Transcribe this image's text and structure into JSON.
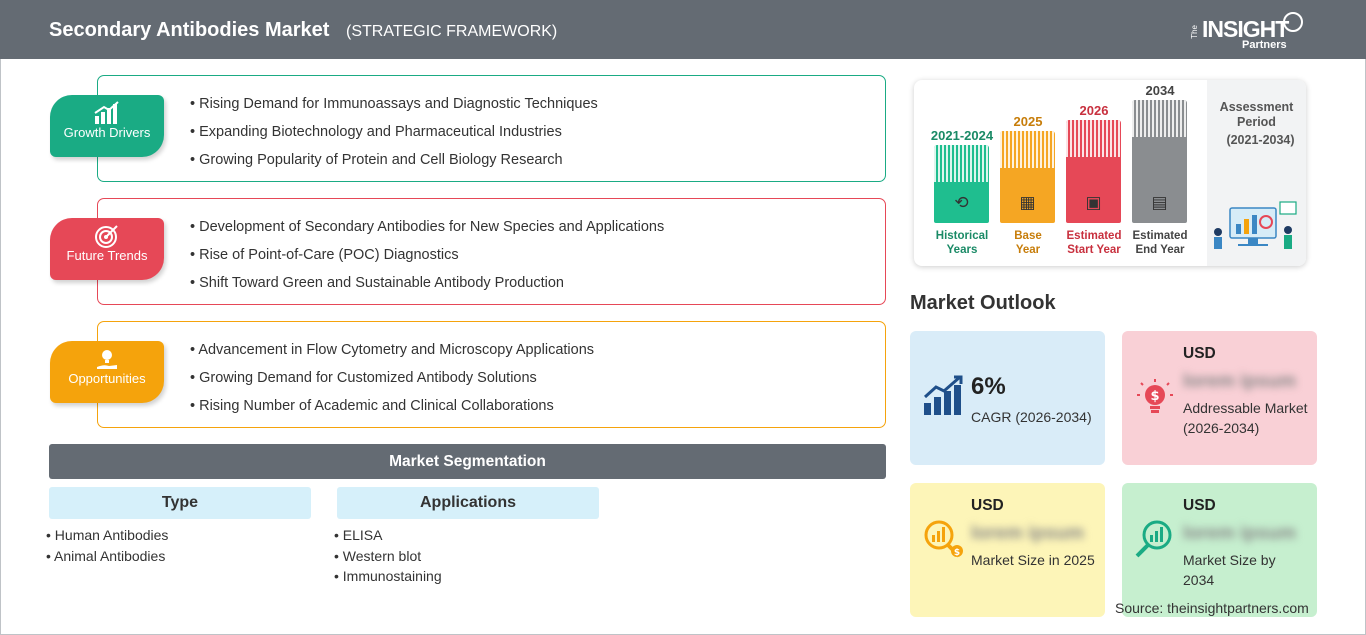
{
  "header": {
    "title": "Secondary Antibodies Market",
    "subtitle": "(STRATEGIC FRAMEWORK)",
    "logo_the": "The",
    "logo_insight": "INSIGHT",
    "logo_partners": "Partners"
  },
  "framework": [
    {
      "label": "Growth Drivers",
      "icon": "growth-chart-icon",
      "color": "#1aab84",
      "items": [
        "Rising Demand for Immunoassays and Diagnostic Techniques",
        "Expanding Biotechnology and Pharmaceutical Industries",
        "Growing Popularity of Protein and Cell Biology Research"
      ]
    },
    {
      "label": "Future Trends",
      "icon": "target-icon",
      "color": "#e64857",
      "items": [
        "Development of Secondary Antibodies for New Species and Applications",
        "Rise of Point-of-Care (POC) Diagnostics",
        "Shift Toward Green and Sustainable Antibody Production"
      ]
    },
    {
      "label": "Opportunities",
      "icon": "lightbulb-hand-icon",
      "color": "#f5a30c",
      "items": [
        "Advancement in Flow Cytometry and Microscopy Applications",
        "Growing Demand for Customized Antibody Solutions",
        "Rising Number of Academic and Clinical Collaborations"
      ]
    }
  ],
  "segmentation": {
    "title": "Market Segmentation",
    "columns": [
      {
        "header": "Type",
        "items": [
          "Human Antibodies",
          "Animal Antibodies"
        ]
      },
      {
        "header": "Applications",
        "items": [
          "ELISA",
          "Western blot",
          "Immunostaining"
        ]
      }
    ]
  },
  "timeline": {
    "assessment_label": "Assessment Period",
    "assessment_years": "(2021-2034)",
    "bars": [
      {
        "year": "2021-2024",
        "label1": "Historical",
        "label2": "Years",
        "color": "#1fbe8f",
        "text_color": "#1a8a66",
        "icon": "history-icon"
      },
      {
        "year": "2025",
        "label1": "Base",
        "label2": "Year",
        "color": "#f5a623",
        "text_color": "#c77d0a",
        "icon": "calendar-icon"
      },
      {
        "year": "2026",
        "label1": "Estimated",
        "label2": "Start Year",
        "color": "#e64857",
        "text_color": "#c8303e",
        "icon": "monitor-chart-icon"
      },
      {
        "year": "2034",
        "label1": "Estimated",
        "label2": "End Year",
        "color": "#8a8d90",
        "text_color": "#444444",
        "icon": "presentation-icon"
      }
    ]
  },
  "outlook": {
    "title": "Market Outlook",
    "cagr": {
      "value": "6%",
      "desc": "CAGR (2026-2034)",
      "color": "#d9ecf8",
      "icon": "bar-growth-icon"
    },
    "cards": [
      {
        "usd": "USD",
        "blur": "lorem ipsum",
        "desc": "Addressable Market (2026-2034)",
        "color": "#f9d0d6",
        "icon": "lightbulb-dollar-icon",
        "icon_color": "#e64857"
      },
      {
        "usd": "USD",
        "blur": "lorem ipsum",
        "desc": "Market Size in 2025",
        "color": "#fdf5b8",
        "icon": "magnifier-chart-icon",
        "icon_color": "#f5a30c"
      },
      {
        "usd": "USD",
        "blur": "lorem ipsum",
        "desc": "Market Size by 2034",
        "color": "#c6efcf",
        "icon": "magnifier-growth-icon",
        "icon_color": "#1aab84"
      }
    ]
  },
  "source": "Source: theinsightpartners.com"
}
